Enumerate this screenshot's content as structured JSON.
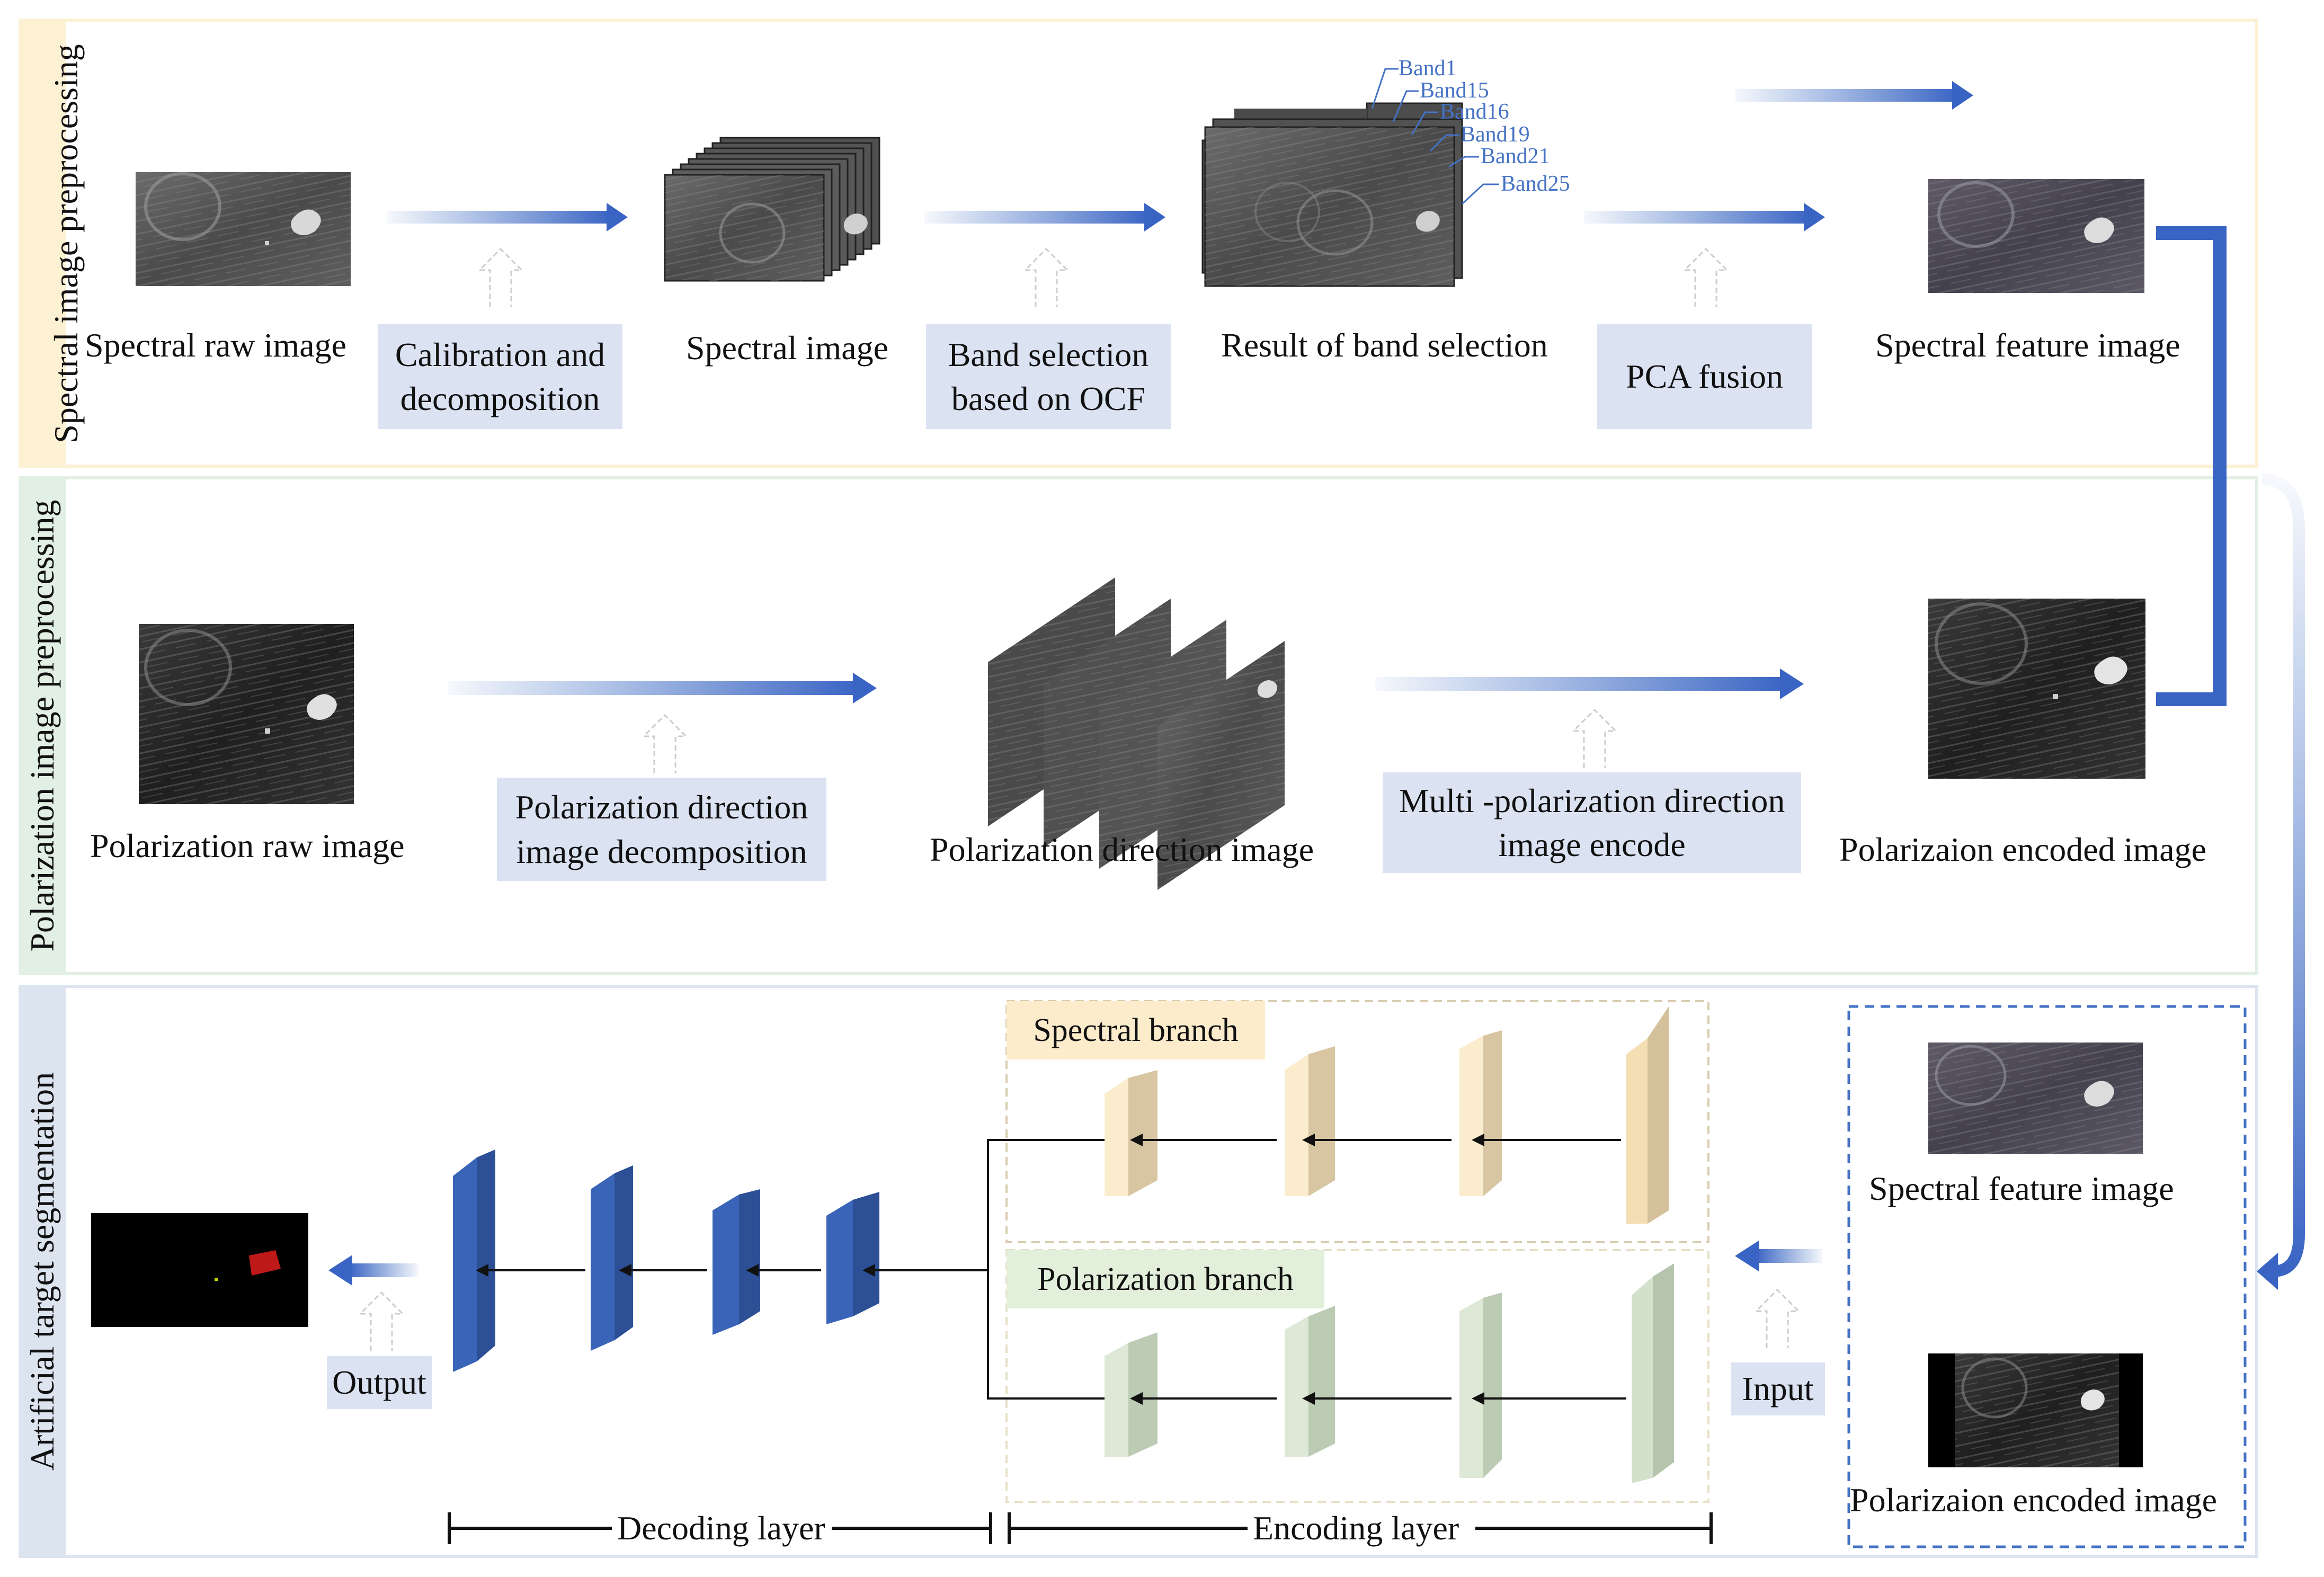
{
  "sections": {
    "spectral": "Spectral image preprocessing",
    "polarization": "Polarization image preprocessing",
    "segmentation": "Artificial  target segmentation"
  },
  "spectral_row": {
    "raw_caption": "Spectral raw image",
    "step1": [
      "Calibration and",
      "decomposition"
    ],
    "spectral_caption": "Spectral image",
    "step2": [
      "Band selection",
      "based on OCF"
    ],
    "band_result_caption": "Result of band selection",
    "bands": [
      "Band1",
      "Band15",
      "Band16",
      "Band19",
      "Band21",
      "Band25"
    ],
    "step3": "PCA fusion",
    "feature_caption": "Spectral feature image"
  },
  "polarization_row": {
    "raw_caption": "Polarization raw image",
    "step1": [
      "Polarization direction",
      "image decomposition"
    ],
    "direction_caption": "Polarization direction image",
    "step2": [
      "Multi -polarization direction",
      "image encode"
    ],
    "encoded_caption": "Polarizaion  encoded image"
  },
  "segmentation_row": {
    "spectral_branch": "Spectral branch",
    "polarization_branch": "Polarization branch",
    "input_label": "Input",
    "output_label": "Output",
    "input_feature_caption": "Spectral feature image",
    "input_encoded_caption": "Polarizaion  encoded image",
    "decoding_label": "Decoding layer",
    "encoding_label": "Encoding layer"
  },
  "colors": {
    "accent_blue": "#4472c4",
    "step_box": "#dbe3f3",
    "spectral_frame": "#fdf1d4",
    "polarization_frame": "#e2efe4",
    "segmentation_frame": "#dce4f0",
    "decoder_block": "#3a64b8",
    "spectral_block": "#f7e6c3",
    "polarization_block": "#d9e6d2",
    "spectral_branch_label_bg": "#fdeccc",
    "polarization_branch_label_bg": "#e2efda"
  }
}
